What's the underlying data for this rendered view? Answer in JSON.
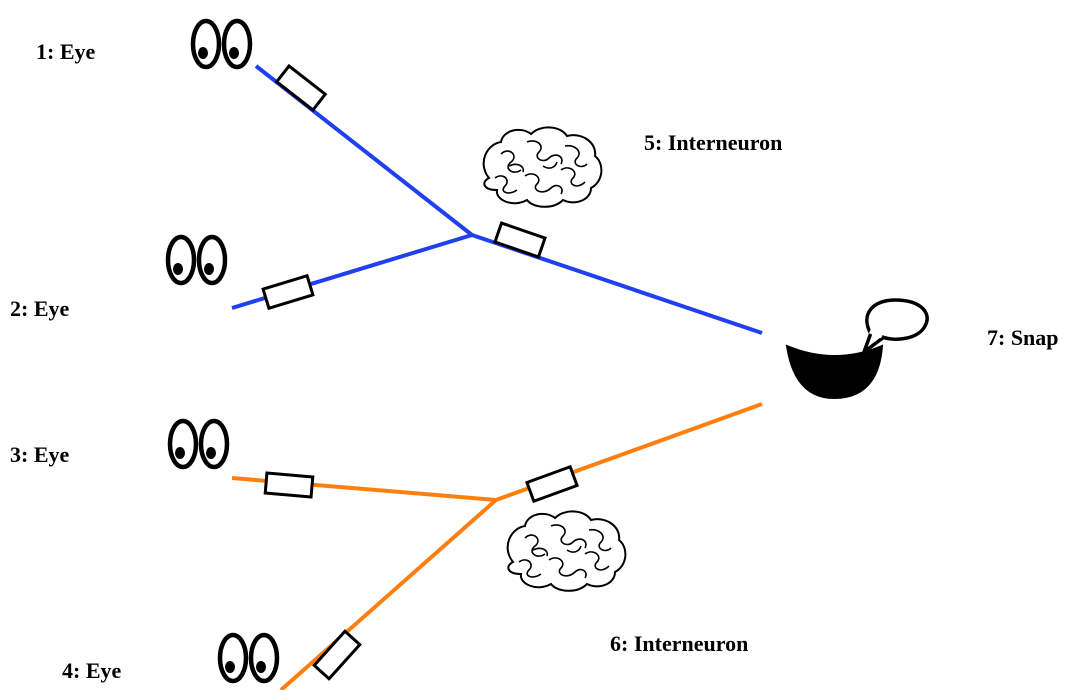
{
  "labels": {
    "eye1": "1: Eye",
    "eye2": "2: Eye",
    "eye3": "3: Eye",
    "eye4": "4: Eye",
    "inter5": "5: Interneuron",
    "inter6": "6: Interneuron",
    "snap7": "7: Snap"
  },
  "colors": {
    "upper_pathway": "#1f3ff0",
    "lower_pathway": "#ff7f0e",
    "ink": "#000000",
    "background": "#ffffff"
  },
  "icons": {
    "eye": "eyes-icon",
    "brain": "brain-icon",
    "mouth": "mouth-icon",
    "speech": "speech-bubble-icon",
    "synapse": "synapse-weight-box"
  }
}
